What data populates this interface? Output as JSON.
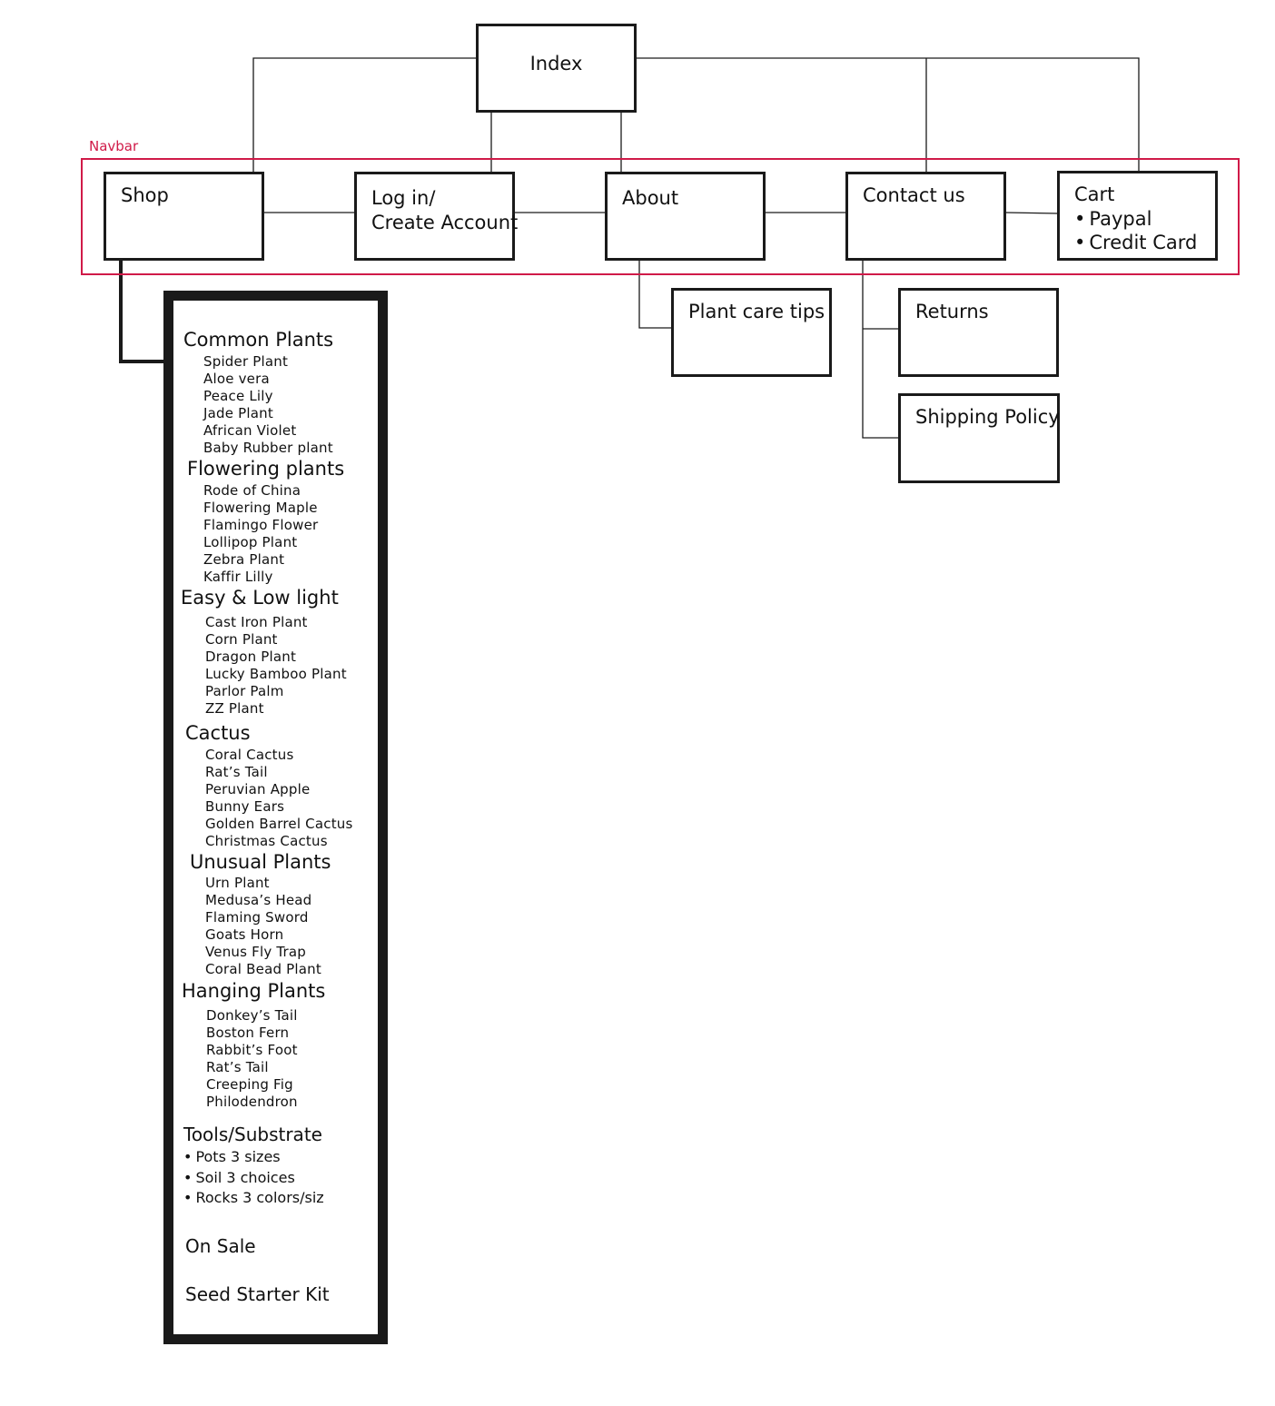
{
  "index": {
    "label": "Index"
  },
  "navbar": {
    "label": "Navbar",
    "frame_color": "#d01a48",
    "shop": "Shop",
    "login": {
      "line1": "Log in/",
      "line2": "Create Account"
    },
    "about": "About",
    "contact": "Contact us",
    "cart": {
      "title": "Cart",
      "options": [
        "Paypal",
        "Credit Card"
      ]
    }
  },
  "about_children": {
    "plant_care": "Plant care tips"
  },
  "contact_children": {
    "returns": "Returns",
    "shipping": "Shipping Policy"
  },
  "shop_menu": {
    "categories": [
      {
        "name": "Common Plants",
        "items": [
          "Spider Plant",
          "Aloe vera",
          "Peace Lily",
          "Jade Plant",
          "African Violet",
          "Baby Rubber plant"
        ]
      },
      {
        "name": "Flowering plants",
        "items": [
          "Rode of China",
          "Flowering Maple",
          "Flamingo Flower",
          "Lollipop Plant",
          "Zebra Plant",
          "Kaffir Lilly"
        ]
      },
      {
        "name": "Easy & Low light",
        "items": [
          "Cast Iron Plant",
          "Corn Plant",
          "Dragon Plant",
          "Lucky Bamboo Plant",
          "Parlor Palm",
          "ZZ Plant"
        ]
      },
      {
        "name": "Cactus",
        "items": [
          "Coral Cactus",
          "Rat’s Tail",
          "Peruvian Apple",
          "Bunny Ears",
          "Golden Barrel Cactus",
          "Christmas Cactus"
        ]
      },
      {
        "name": "Unusual Plants",
        "items": [
          "Urn Plant",
          "Medusa’s Head",
          "Flaming Sword",
          "Goats Horn",
          "Venus Fly Trap",
          "Coral Bead Plant"
        ]
      },
      {
        "name": "Hanging Plants",
        "items": [
          "Donkey’s Tail",
          "Boston Fern",
          "Rabbit’s Foot",
          "Rat’s Tail",
          "Creeping Fig",
          "Philodendron"
        ]
      }
    ],
    "tools": {
      "name": "Tools/Substrate",
      "items": [
        "Pots 3 sizes",
        "Soil 3 choices",
        "Rocks 3 colors/siz"
      ]
    },
    "on_sale": "On Sale",
    "seed_kit": "Seed Starter Kit"
  }
}
